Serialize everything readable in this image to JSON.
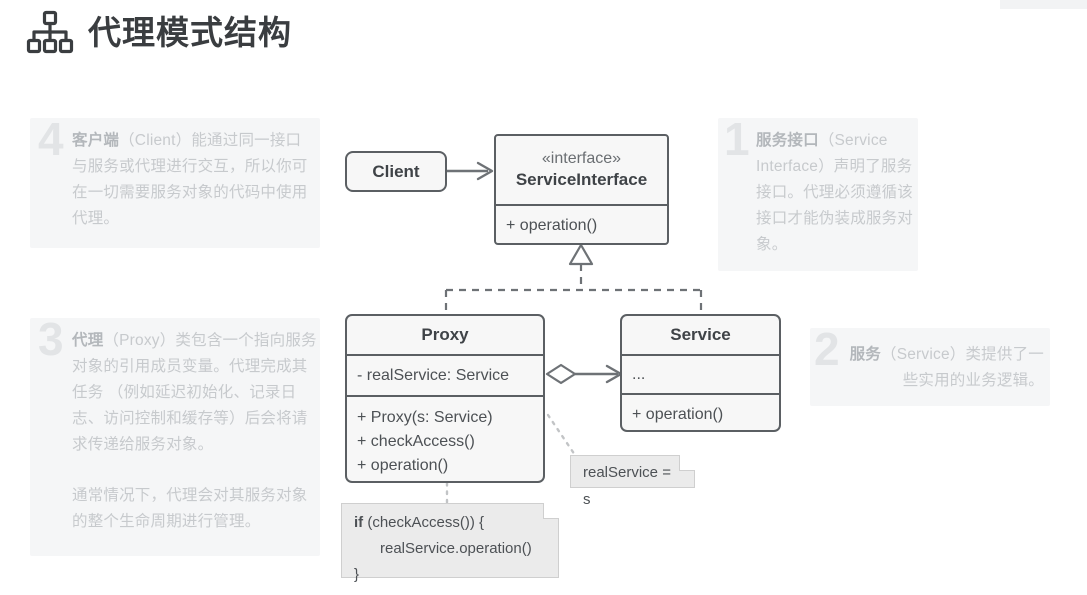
{
  "header": {
    "icon": "hierarchy-icon",
    "title": "代理模式结构"
  },
  "annotations": [
    {
      "number": "1",
      "lead": "服务接口",
      "body": "（Service Interface）声明了服务接口。代理必须遵循该接口才能伪装成服务对象。",
      "full": "服务接口 （Service Interface） 声明了服务接口。代理必须遵循该接口才能伪装成服务对象。"
    },
    {
      "number": "2",
      "lead": "服务",
      "body": "（Service）类提供了一些实用的业务逻辑。",
      "full": "服务 （Service） 类提供了一些实用的业务逻辑。"
    },
    {
      "number": "3",
      "lead": "代理",
      "body": "（Proxy）类包含一个指向服务对象的引用成员变量。代理完成其任务 （例如延迟初始化、记录日志、访问控制和缓存等）后会将请求传递给服务对象。",
      "body2": "通常情况下，代理会对其服务对象的整个生命周期进行管理。",
      "full": "代理 （Proxy） 类包含一个指向服务对象的引用成员变量。代理完成其任务 （例如延迟初始化、记录日志、访问控制和缓存等）后会将请求传递给服务对象。"
    },
    {
      "number": "4",
      "lead": "客户端",
      "body": "（Client）能通过同一接口与服务或代理进行交互，所以你可在一切需要服务对象的代码中使用代理。",
      "full": "客户端 （Client） 能通过同一接口与服务或代理进行交互，所以你可在一切需要服务对象的代码中使用代理。"
    }
  ],
  "diagram": {
    "client": {
      "title": "Client"
    },
    "service_interface": {
      "stereotype": "«interface»",
      "title": "ServiceInterface",
      "operations": [
        "+ operation()"
      ]
    },
    "proxy": {
      "title": "Proxy",
      "attributes": [
        "- realService: Service"
      ],
      "operations": [
        "+ Proxy(s: Service)",
        "+ checkAccess()",
        "+ operation()"
      ]
    },
    "service": {
      "title": "Service",
      "attributes": [
        "..."
      ],
      "operations": [
        "+ operation()"
      ]
    },
    "notes": {
      "assignment": "realService = s",
      "code_keyword": "if",
      "code_line1": " (checkAccess()) {",
      "code_line2": "realService.operation()",
      "code_line3": "}"
    },
    "colors": {
      "box_border": "#5b5f63",
      "box_fill": "#f7f7f7",
      "connector": "#6e7276",
      "note_fill": "#ebebeb",
      "annotation_text": "#c7cacd",
      "annotation_number": "#e2e4e6",
      "title_text": "#3a3d40"
    }
  }
}
